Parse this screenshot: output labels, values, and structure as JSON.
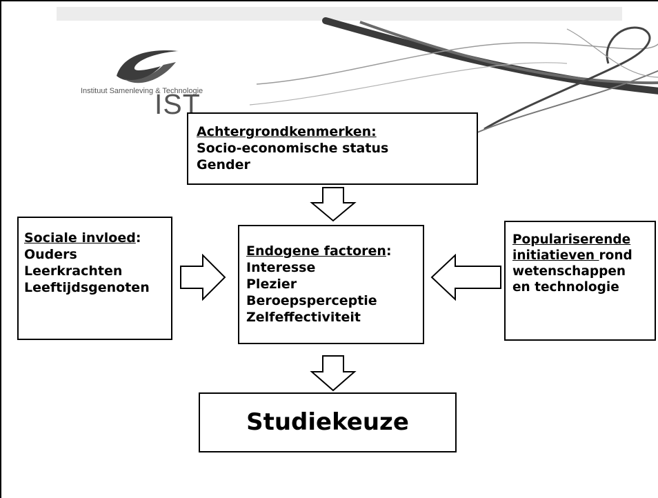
{
  "logo": {
    "brand": "IST",
    "subtitle": "Instituut Samenleving & Technologie"
  },
  "top_box": {
    "heading": "Achtergrondkenmerken:",
    "lines": [
      "Socio-economische status",
      "Gender"
    ]
  },
  "left_box": {
    "heading": "Sociale invloed",
    "heading_suffix": ":",
    "lines": [
      "Ouders",
      "Leerkrachten",
      "Leeftijdsgenoten"
    ]
  },
  "center_box": {
    "heading": "Endogene factoren",
    "heading_suffix": ":",
    "lines": [
      "Interesse",
      "Plezier",
      "Beroepsperceptie",
      "Zelfeffectiviteit"
    ]
  },
  "right_box": {
    "heading_line1": "Populariserende",
    "heading_line2": "initiatieven ",
    "heading_line2_suffix": "rond",
    "lines": [
      "wetenschappen",
      "en technologie"
    ]
  },
  "bottom_box": {
    "label": "Studiekeuze"
  },
  "colors": {
    "border": "#000000",
    "background": "#ffffff",
    "logo_gray": "#555555"
  }
}
